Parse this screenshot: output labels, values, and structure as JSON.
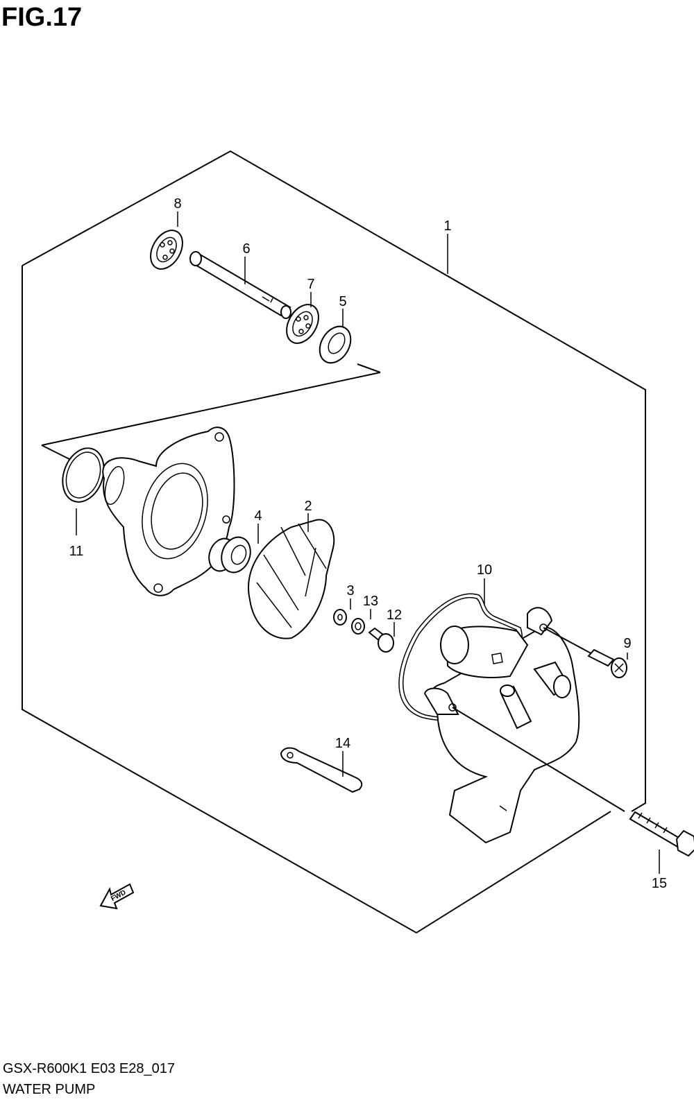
{
  "figure": {
    "title": "FIG.17"
  },
  "callouts": [
    "1",
    "2",
    "3",
    "4",
    "5",
    "6",
    "7",
    "8",
    "9",
    "10",
    "11",
    "12",
    "13",
    "14",
    "15"
  ],
  "fwd_label": "FWD",
  "footer": {
    "code": "GSX-R600K1 E03 E28_017",
    "name": "WATER PUMP"
  }
}
